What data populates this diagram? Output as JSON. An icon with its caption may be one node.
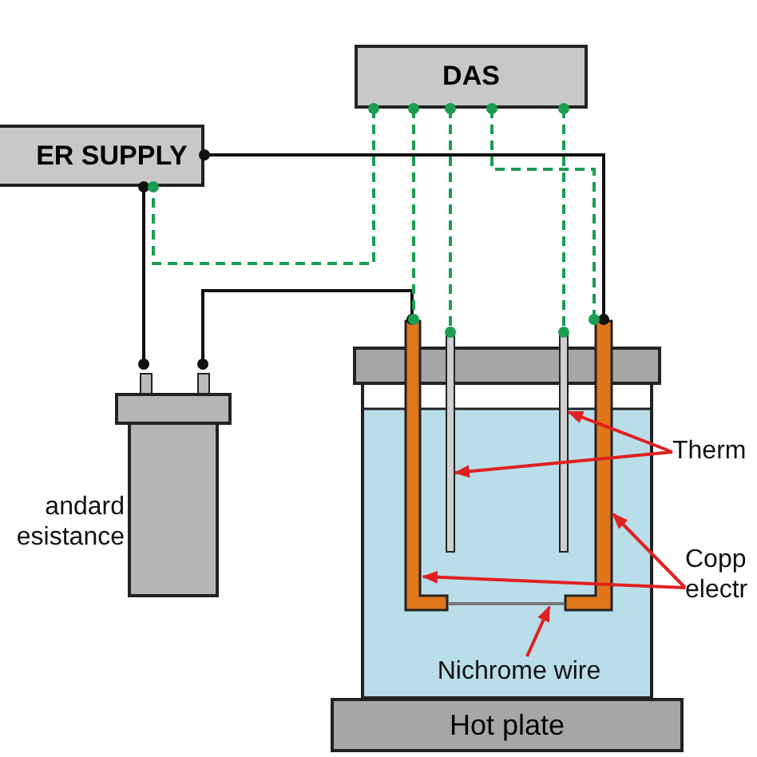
{
  "diagram": {
    "nodes": [
      {
        "text": [
          "DAS"
        ]
      },
      {
        "text": [
          "ER SUPPLY"
        ]
      },
      {
        "text": [],
        "shape": "box",
        "beside": [
          "andard esistance"
        ]
      },
      {
        "text": [],
        "shape": "bar"
      },
      {
        "text": [],
        "shape": "bar"
      },
      {
        "text": [],
        "shape": "bar"
      },
      {
        "text": [],
        "shape": "bar"
      },
      {
        "text": [
          "Therm"
        ]
      },
      {
        "text": [
          "Copp electr"
        ]
      },
      {
        "text": [
          "Nichrome wire"
        ]
      },
      {
        "text": [],
        "shape": "bar"
      },
      {
        "text": [
          "Hot plate"
        ]
      }
    ],
    "edges": [
      {
        "from": 1,
        "to": 4,
        "arrow": "other",
        "color": "#111111"
      },
      {
        "from": 1,
        "to": 2,
        "arrow": "other",
        "color": "#111111"
      },
      {
        "from": 2,
        "to": 3,
        "arrow": "other",
        "color": "#111111"
      },
      {
        "from": 0,
        "to": 1,
        "arrow": "other",
        "style": "dashed",
        "color": "#1a9e50"
      },
      {
        "from": 0,
        "to": 3,
        "arrow": "other",
        "style": "dashed",
        "color": "#1a9e50"
      },
      {
        "from": 0,
        "to": 5,
        "arrow": "other",
        "style": "dashed",
        "color": "#1a9e50"
      },
      {
        "from": 0,
        "to": 4,
        "arrow": "other",
        "style": "dashed",
        "color": "#1a9e50"
      },
      {
        "from": 0,
        "to": 6,
        "arrow": "other",
        "style": "dashed",
        "color": "#1a9e50"
      },
      {
        "from": 7,
        "to": 5,
        "arrow": "to",
        "color": "#e02020"
      },
      {
        "from": 7,
        "to": 6,
        "arrow": "to",
        "color": "#e02020"
      },
      {
        "from": 8,
        "to": 3,
        "arrow": "to",
        "color": "#e02020"
      },
      {
        "from": 8,
        "to": 4,
        "arrow": "to",
        "color": "#e02020"
      },
      {
        "from": 9,
        "to": 10,
        "arrow": "to",
        "color": "#e02020"
      }
    ]
  }
}
